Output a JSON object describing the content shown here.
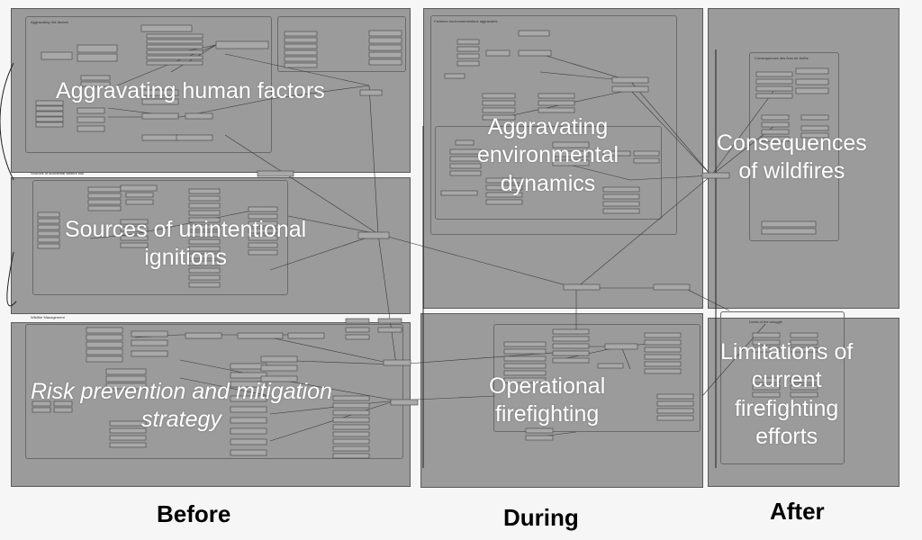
{
  "phases": {
    "before": "Before",
    "during": "During",
    "after": "After"
  },
  "overlay_labels": {
    "human_factors": "Aggravating human factors",
    "ignitions_line1": "Sources of unintentional",
    "ignitions_line2": "ignitions",
    "risk_line1": "Risk prevention and mitigation",
    "risk_line2": "strategy",
    "env_line1": "Aggravating",
    "env_line2": "environmental",
    "env_line3": "dynamics",
    "operational_line1": "Operational",
    "operational_line2": "firefighting",
    "consequences_line1": "Consequences",
    "consequences_line2": "of wildfires",
    "limitations_line1": "Limitations of",
    "limitations_line2": "current",
    "limitations_line3": "firefighting",
    "limitations_line4": "efforts"
  },
  "panel_headers": {
    "human_factors": "Aggravating risk factors",
    "ignitions": "Sources of accidental wildfire risk",
    "risk": "Wildfire Management",
    "env": "Facteurs environnementaux aggravants",
    "consequences": "Consequences des feux de forêts",
    "limitations": "Limits of the struggle"
  },
  "colors": {
    "panel": "#9b9b9b",
    "box": "#a8a8a8",
    "line": "#3a3a3a",
    "label": "#ffffff"
  }
}
